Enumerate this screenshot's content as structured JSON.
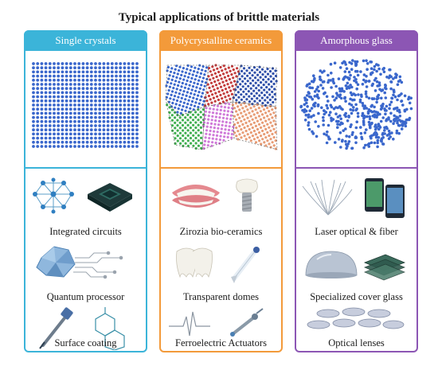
{
  "title": "Typical applications of brittle materials",
  "colors": {
    "single": "#3bb4d9",
    "poly": "#f39a3a",
    "glass": "#8c56b4",
    "dot": "#3a67cc"
  },
  "columns": [
    {
      "header": "Single crystals",
      "apps": [
        {
          "label": "Integrated circuits",
          "icons": [
            "crystal-lattice-icon",
            "microchip-icon"
          ]
        },
        {
          "label": "Quantum processor",
          "icons": [
            "quantum-crystal-icon",
            "circuit-trace-icon"
          ]
        },
        {
          "label": "Surface coating",
          "icons": [
            "coating-tool-icon",
            "hexagon-molecule-icon"
          ]
        }
      ]
    },
    {
      "header": "Polycrystalline ceramics",
      "apps": [
        {
          "label": "Zirozia bio-ceramics",
          "icons": [
            "dentures-icon",
            "dental-implant-icon"
          ]
        },
        {
          "label": "Transparent domes",
          "icons": [
            "molar-teeth-icon",
            "missile-dome-icon"
          ]
        },
        {
          "label": "Ferroelectric Actuators",
          "icons": [
            "signal-wave-icon",
            "actuator-arm-icon"
          ]
        }
      ]
    },
    {
      "header": "Amorphous glass",
      "apps": [
        {
          "label": "Laser optical & fiber",
          "icons": [
            "optical-fiber-icon",
            "smartphone-icon"
          ]
        },
        {
          "label": "Specialized cover glass",
          "icons": [
            "glass-dome-icon",
            "cover-glass-stack-icon"
          ]
        },
        {
          "label": "Optical lenses",
          "icons": [
            "optical-lenses-icon"
          ]
        }
      ]
    }
  ]
}
